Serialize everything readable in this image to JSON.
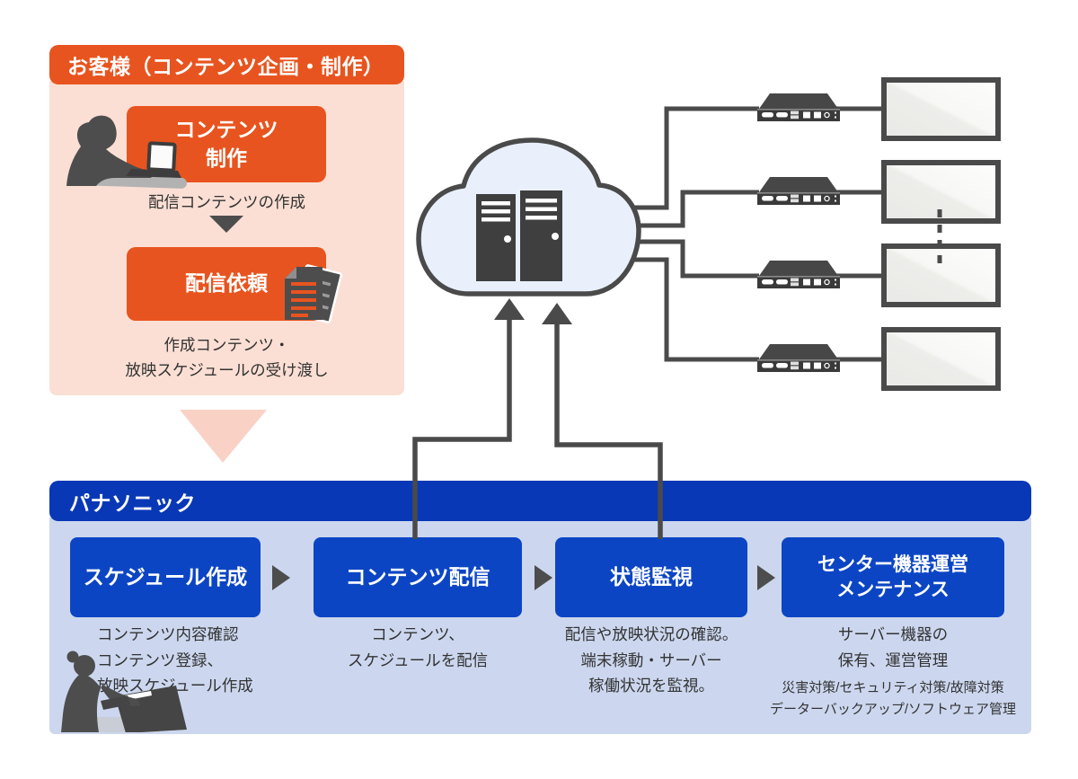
{
  "customer": {
    "title": "お客様（コンテンツ企画・制作）",
    "step1": {
      "label_line1": "コンテンツ",
      "label_line2": "制作",
      "caption": "配信コンテンツの作成"
    },
    "step2": {
      "label": "配信依頼",
      "caption_line1": "作成コンテンツ・",
      "caption_line2": "放映スケジュールの受け渡し"
    }
  },
  "panasonic": {
    "title": "パナソニック",
    "steps": [
      {
        "label": "スケジュール作成",
        "caption_lines": [
          "コンテンツ内容確認",
          "コンテンツ登録、",
          "放映スケジュール作成"
        ]
      },
      {
        "label": "コンテンツ配信",
        "caption_lines": [
          "コンテンツ、",
          "スケジュールを配信"
        ]
      },
      {
        "label": "状態監視",
        "caption_lines": [
          "配信や放映状況の確認。",
          "端末稼動・サーバー",
          "稼働状況を監視。"
        ]
      },
      {
        "label_line1": "センター機器運営",
        "label_line2": "メンテナンス",
        "caption_lines": [
          "サーバー機器の",
          "保有、運営管理"
        ],
        "subcaption_lines": [
          "災害対策/セキュリティ対策/故障対策",
          "データーバックアップ/ソフトウェア管理"
        ]
      }
    ]
  },
  "diagram": {
    "cloud_icon": "cloud-with-servers-icon",
    "media_players": 4,
    "displays": 4,
    "more_devices_indicator": "vertical-dotted-line",
    "icons": {
      "customer_person": "person-at-laptop-icon",
      "operator_person": "operator-at-console-icon",
      "delivery_documents": "documents-icon",
      "flow_arrows": "right-triangle-arrow-icon",
      "upload_arrows": "up-arrow-to-cloud-icon"
    }
  },
  "colors": {
    "orange": "#e8541f",
    "pink_body": "#fbdfd4",
    "pink_big_arrow": "#f9d2c5",
    "blue_header": "#0838b6",
    "blue_box": "#0c45c4",
    "blue_body": "#ccd7ef",
    "line_gray": "#4a4a4a",
    "silhouette_gray": "#4d4d4d",
    "cloud_fill": "#e9f0fb",
    "caption_text": "#333333"
  }
}
